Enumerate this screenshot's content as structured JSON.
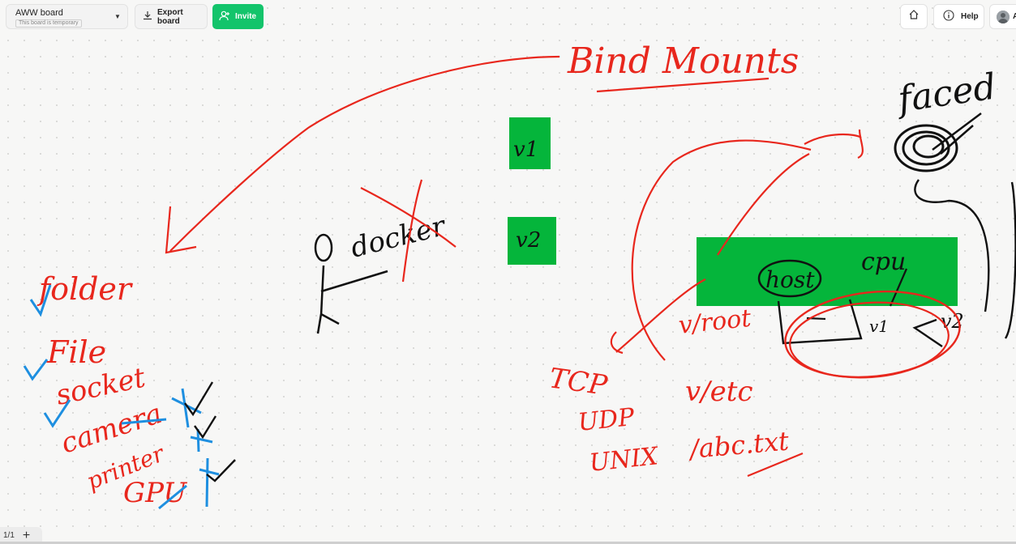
{
  "toolbar": {
    "board_name": "AWW board",
    "board_note": "This board is temporary",
    "export_label": "Export board",
    "invite_label": "Invite",
    "help_label": "Help",
    "user_initial": "A"
  },
  "footer": {
    "page_indicator": "1/1",
    "add_page": "+"
  },
  "icons": {
    "export": "download-icon",
    "invite": "add-user-icon",
    "home": "home-icon",
    "help": "info-icon",
    "board_menu": "chevron-down-icon",
    "add_page": "plus-icon"
  },
  "colors": {
    "ink_red": "#e8271d",
    "ink_blue": "#1e8fe0",
    "ink_black": "#111111",
    "sticky_green": "#05b53b",
    "invite_green": "#13c46b"
  },
  "canvas": {
    "labels": {
      "bind_mounts": "Bind Mounts",
      "faced": "faced",
      "folder": "folder",
      "file": "File",
      "socket": "socket",
      "camera": "camera",
      "printer": "printer",
      "gpu": "GPU",
      "docker": "docker",
      "v1": "v1",
      "v2": "v2",
      "host": "host",
      "cpu": "cpu",
      "vroot": "v/root",
      "vetc": "v/etc",
      "abc": "/abc.txt",
      "tcp": "TCP",
      "udp": "UDP",
      "unix": "UNIX",
      "v1_small": "v1",
      "v2_small": "v2"
    }
  }
}
